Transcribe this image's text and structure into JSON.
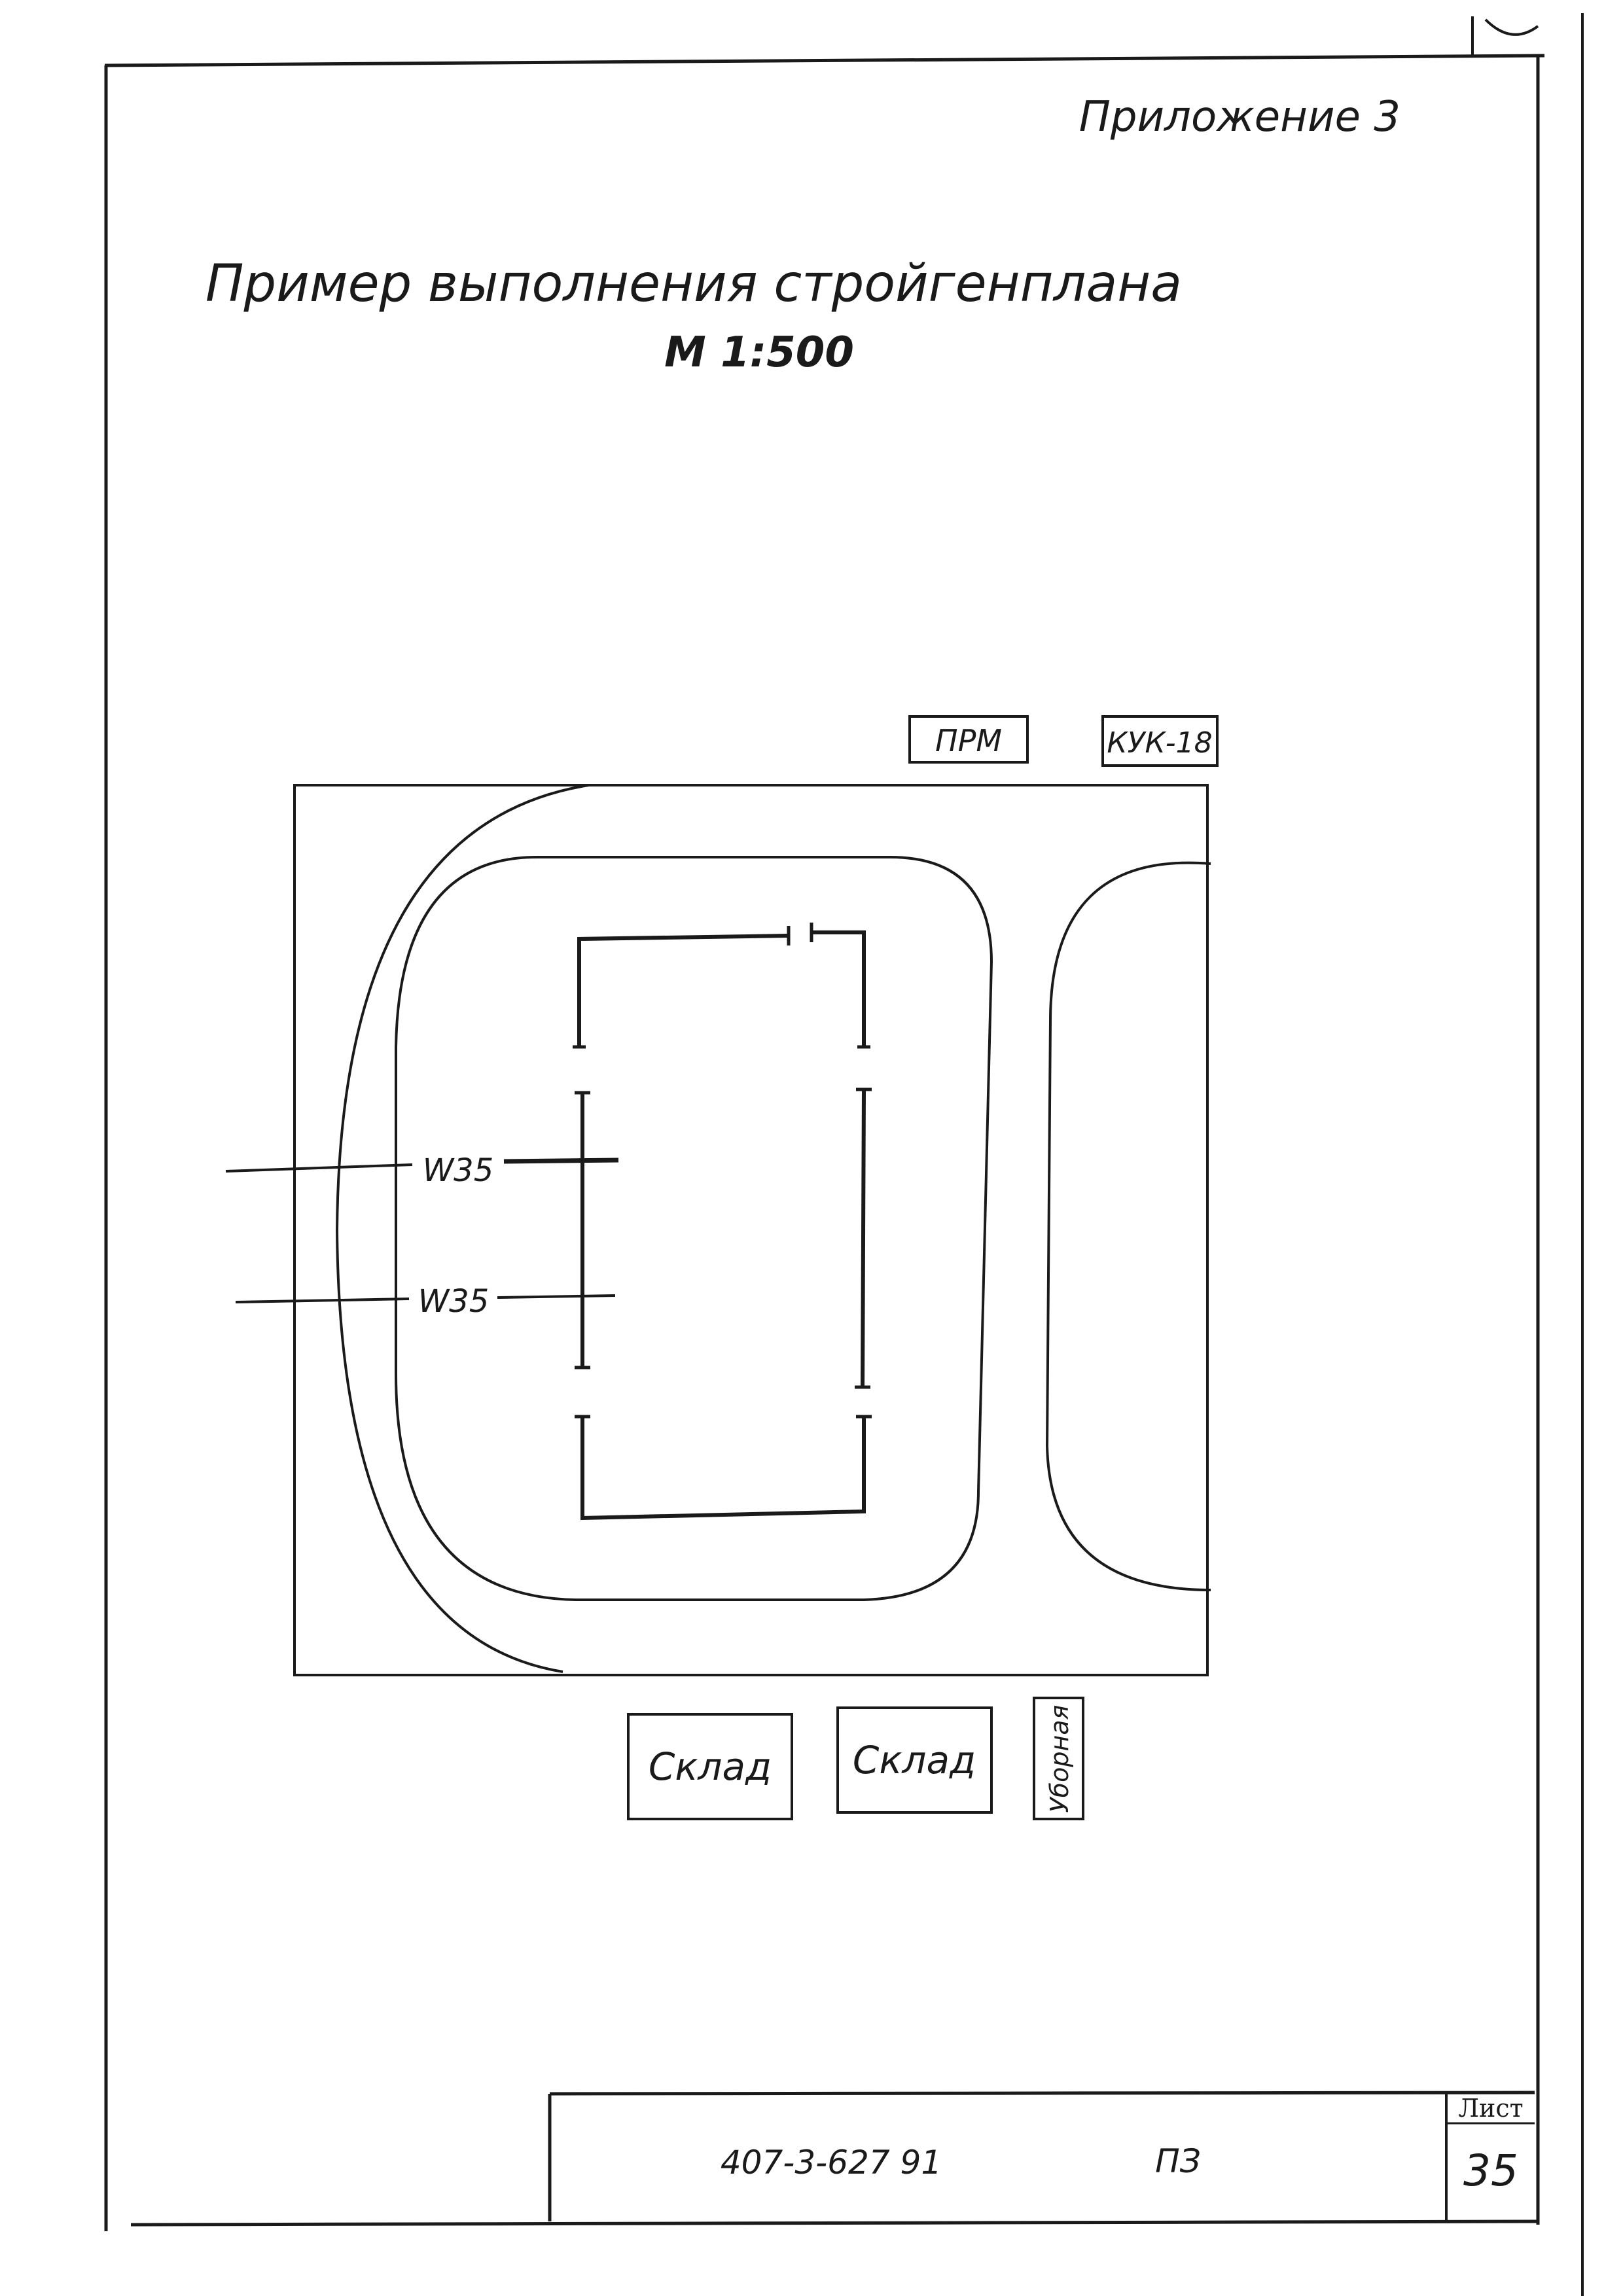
{
  "header": {
    "appendix": "Приложение 3",
    "title": "Пример выполнения стройгенплана",
    "scale": "М 1:500"
  },
  "plan": {
    "buildings": {
      "prm": "ПРМ",
      "kuk": "КУК-18",
      "warehouse_1": "Склад",
      "warehouse_2": "Склад",
      "toilet": "Уборная"
    },
    "cables": [
      {
        "label": "W35"
      },
      {
        "label": "W35"
      }
    ]
  },
  "title_block": {
    "doc_code": "407-3-627 91",
    "doc_type": "ПЗ",
    "sheet_label": "Лист",
    "sheet_number": "35"
  }
}
